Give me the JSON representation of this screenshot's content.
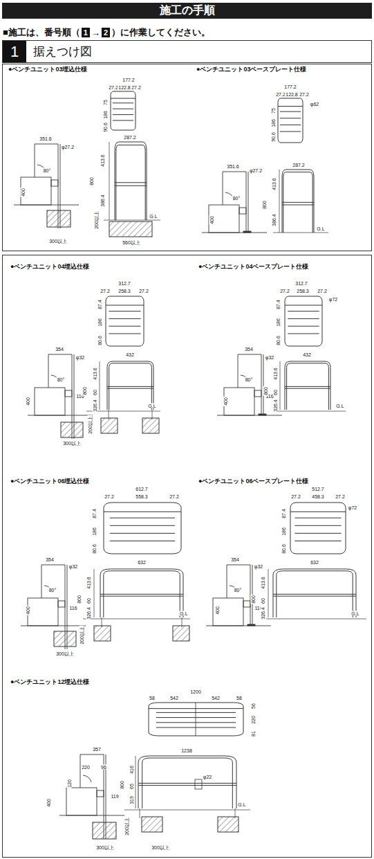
{
  "diagram": {
    "title": "施工の手順",
    "nodes": [
      {
        "text": [
          "1"
        ]
      },
      {
        "text": [
          "2"
        ]
      },
      {
        "text": [
          "1",
          "据えつけ図"
        ]
      }
    ],
    "labels": [
      "■施工は、番号順（",
      "→",
      "）に作業してください。",
      "●ベンチユニット03埋込仕様",
      "177.2",
      "27.2",
      "122.8",
      "27.2",
      "75",
      "186",
      "90.6",
      "351.6",
      "φ27.2",
      "80°",
      "400",
      "300以上",
      "287.2",
      "413.6",
      "800",
      "386.4",
      "200以上",
      "G.L",
      "560以上",
      "●ベンチユニット03ベースプレート仕様",
      "177.2",
      "27.2",
      "122.8",
      "27.2",
      "φ62",
      "75",
      "186",
      "90.6",
      "351.6",
      "φ27.2",
      "80°",
      "400",
      "287.2",
      "413.6",
      "800",
      "386.4",
      "G.L",
      "●ベンチユニット04埋込仕様",
      "312.7",
      "27.2",
      "258.3",
      "27.2",
      "87.4",
      "186",
      "80.6",
      "354",
      "φ32",
      "80°",
      "116",
      "400",
      "300以上",
      "432",
      "413.6",
      "800",
      "60",
      "326.4",
      "200以上",
      "G.L",
      "●ベンチユニット04ベースプレート仕様",
      "312.7",
      "27.2",
      "258.3",
      "27.2",
      "φ72",
      "87.4",
      "186",
      "80.6",
      "354",
      "φ32",
      "80°",
      "116",
      "400",
      "432",
      "413.6",
      "800",
      "60",
      "326.4",
      "G.L",
      "●ベンチユニット06埋込仕様",
      "612.7",
      "27.2",
      "558.3",
      "27.2",
      "87.4",
      "186",
      "80.6",
      "354",
      "φ32",
      "80°",
      "116",
      "400",
      "300以上",
      "632",
      "413.6",
      "800",
      "60",
      "326.4",
      "200以上",
      "G.L",
      "●ベンチユニット06ベースプレート仕様",
      "512.7",
      "27.2",
      "458.3",
      "27.2",
      "φ72",
      "87.4",
      "186",
      "80.6",
      "354",
      "φ32",
      "80°",
      "116",
      "400",
      "632",
      "413.6",
      "800",
      "60",
      "326.4",
      "G.L",
      "●ベンチユニット12埋込仕様",
      "1200",
      "58",
      "542",
      "542",
      "58",
      "56",
      "220",
      "81",
      "357",
      "220",
      "96",
      "120",
      "400",
      "119",
      "300以上",
      "1238",
      "φ22",
      "416",
      "800",
      "65",
      "319",
      "200以上",
      "G.L",
      "300以上"
    ]
  }
}
